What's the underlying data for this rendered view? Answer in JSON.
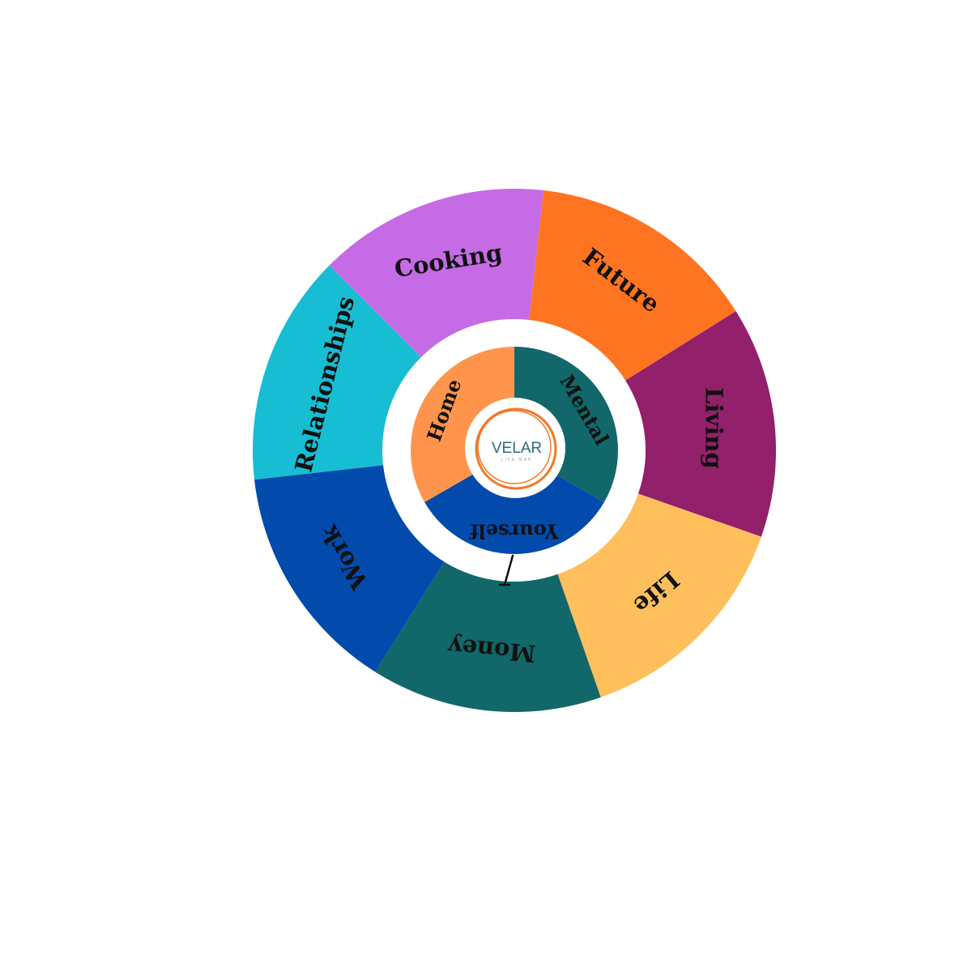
{
  "outer_segments": [
    {
      "label": "Cooking",
      "color": "#C56BE6"
    },
    {
      "label": "Future",
      "color": "#FF7420"
    },
    {
      "label": "Living",
      "color": "#93206B"
    },
    {
      "label": "Life",
      "color": "#FFBF5C"
    },
    {
      "label": "Money",
      "color": "#12676A"
    },
    {
      "label": "Work",
      "color": "#024BAD"
    },
    {
      "label": "Relationships",
      "color": "#17BDD2"
    }
  ],
  "inner_segments": [
    {
      "label": "Mental",
      "color": "#12676A"
    },
    {
      "label": "Yourself",
      "color": "#024BAD"
    },
    {
      "label": "Home",
      "color": "#FF954C"
    }
  ],
  "logo": {
    "title": "VELAR",
    "subtitle": "LIFE MAP",
    "ring_color": "#F07A2A",
    "text_color": "#2E6B74"
  },
  "pointer_icon": "arrow-pointer-icon"
}
